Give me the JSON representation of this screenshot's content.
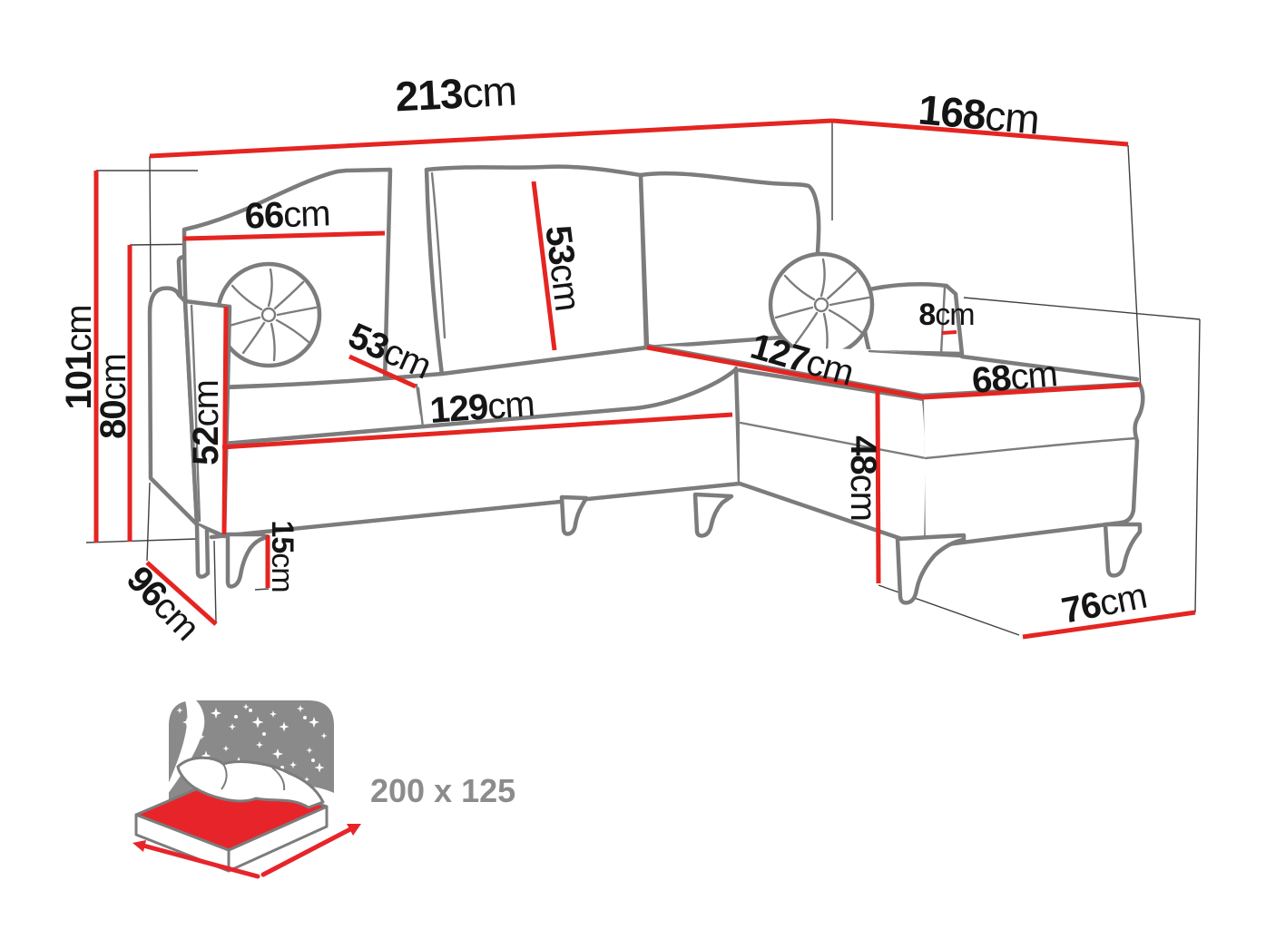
{
  "diagram": {
    "kind": "corner-sofa-dimension-drawing",
    "unit": "cm"
  },
  "dimensions": {
    "total_width": {
      "value": "213",
      "unit": "cm"
    },
    "total_depth": {
      "value": "168",
      "unit": "cm"
    },
    "total_height": {
      "value": "101",
      "unit": "cm"
    },
    "backrest_height": {
      "value": "80",
      "unit": "cm"
    },
    "cushion_width": {
      "value": "66",
      "unit": "cm"
    },
    "cushion_height": {
      "value": "53",
      "unit": "cm"
    },
    "seat_depth": {
      "value": "53",
      "unit": "cm"
    },
    "armrest_height": {
      "value": "52",
      "unit": "cm"
    },
    "seat_width": {
      "value": "129",
      "unit": "cm"
    },
    "chaise_length": {
      "value": "127",
      "unit": "cm"
    },
    "chaise_width": {
      "value": "68",
      "unit": "cm"
    },
    "armrest_top_width": {
      "value": "8",
      "unit": "cm"
    },
    "leg_height": {
      "value": "15",
      "unit": "cm"
    },
    "seat_height": {
      "value": "48",
      "unit": "cm"
    },
    "front_depth": {
      "value": "76",
      "unit": "cm"
    },
    "armrest_depth": {
      "value": "96",
      "unit": "cm"
    }
  },
  "sleeping_area": {
    "label": "200 x 125"
  },
  "colors": {
    "dimension_red": "#e42521",
    "outline_gray": "#7c7c7c",
    "icon_gray": "#8a8a8a",
    "label_black": "#151515"
  }
}
